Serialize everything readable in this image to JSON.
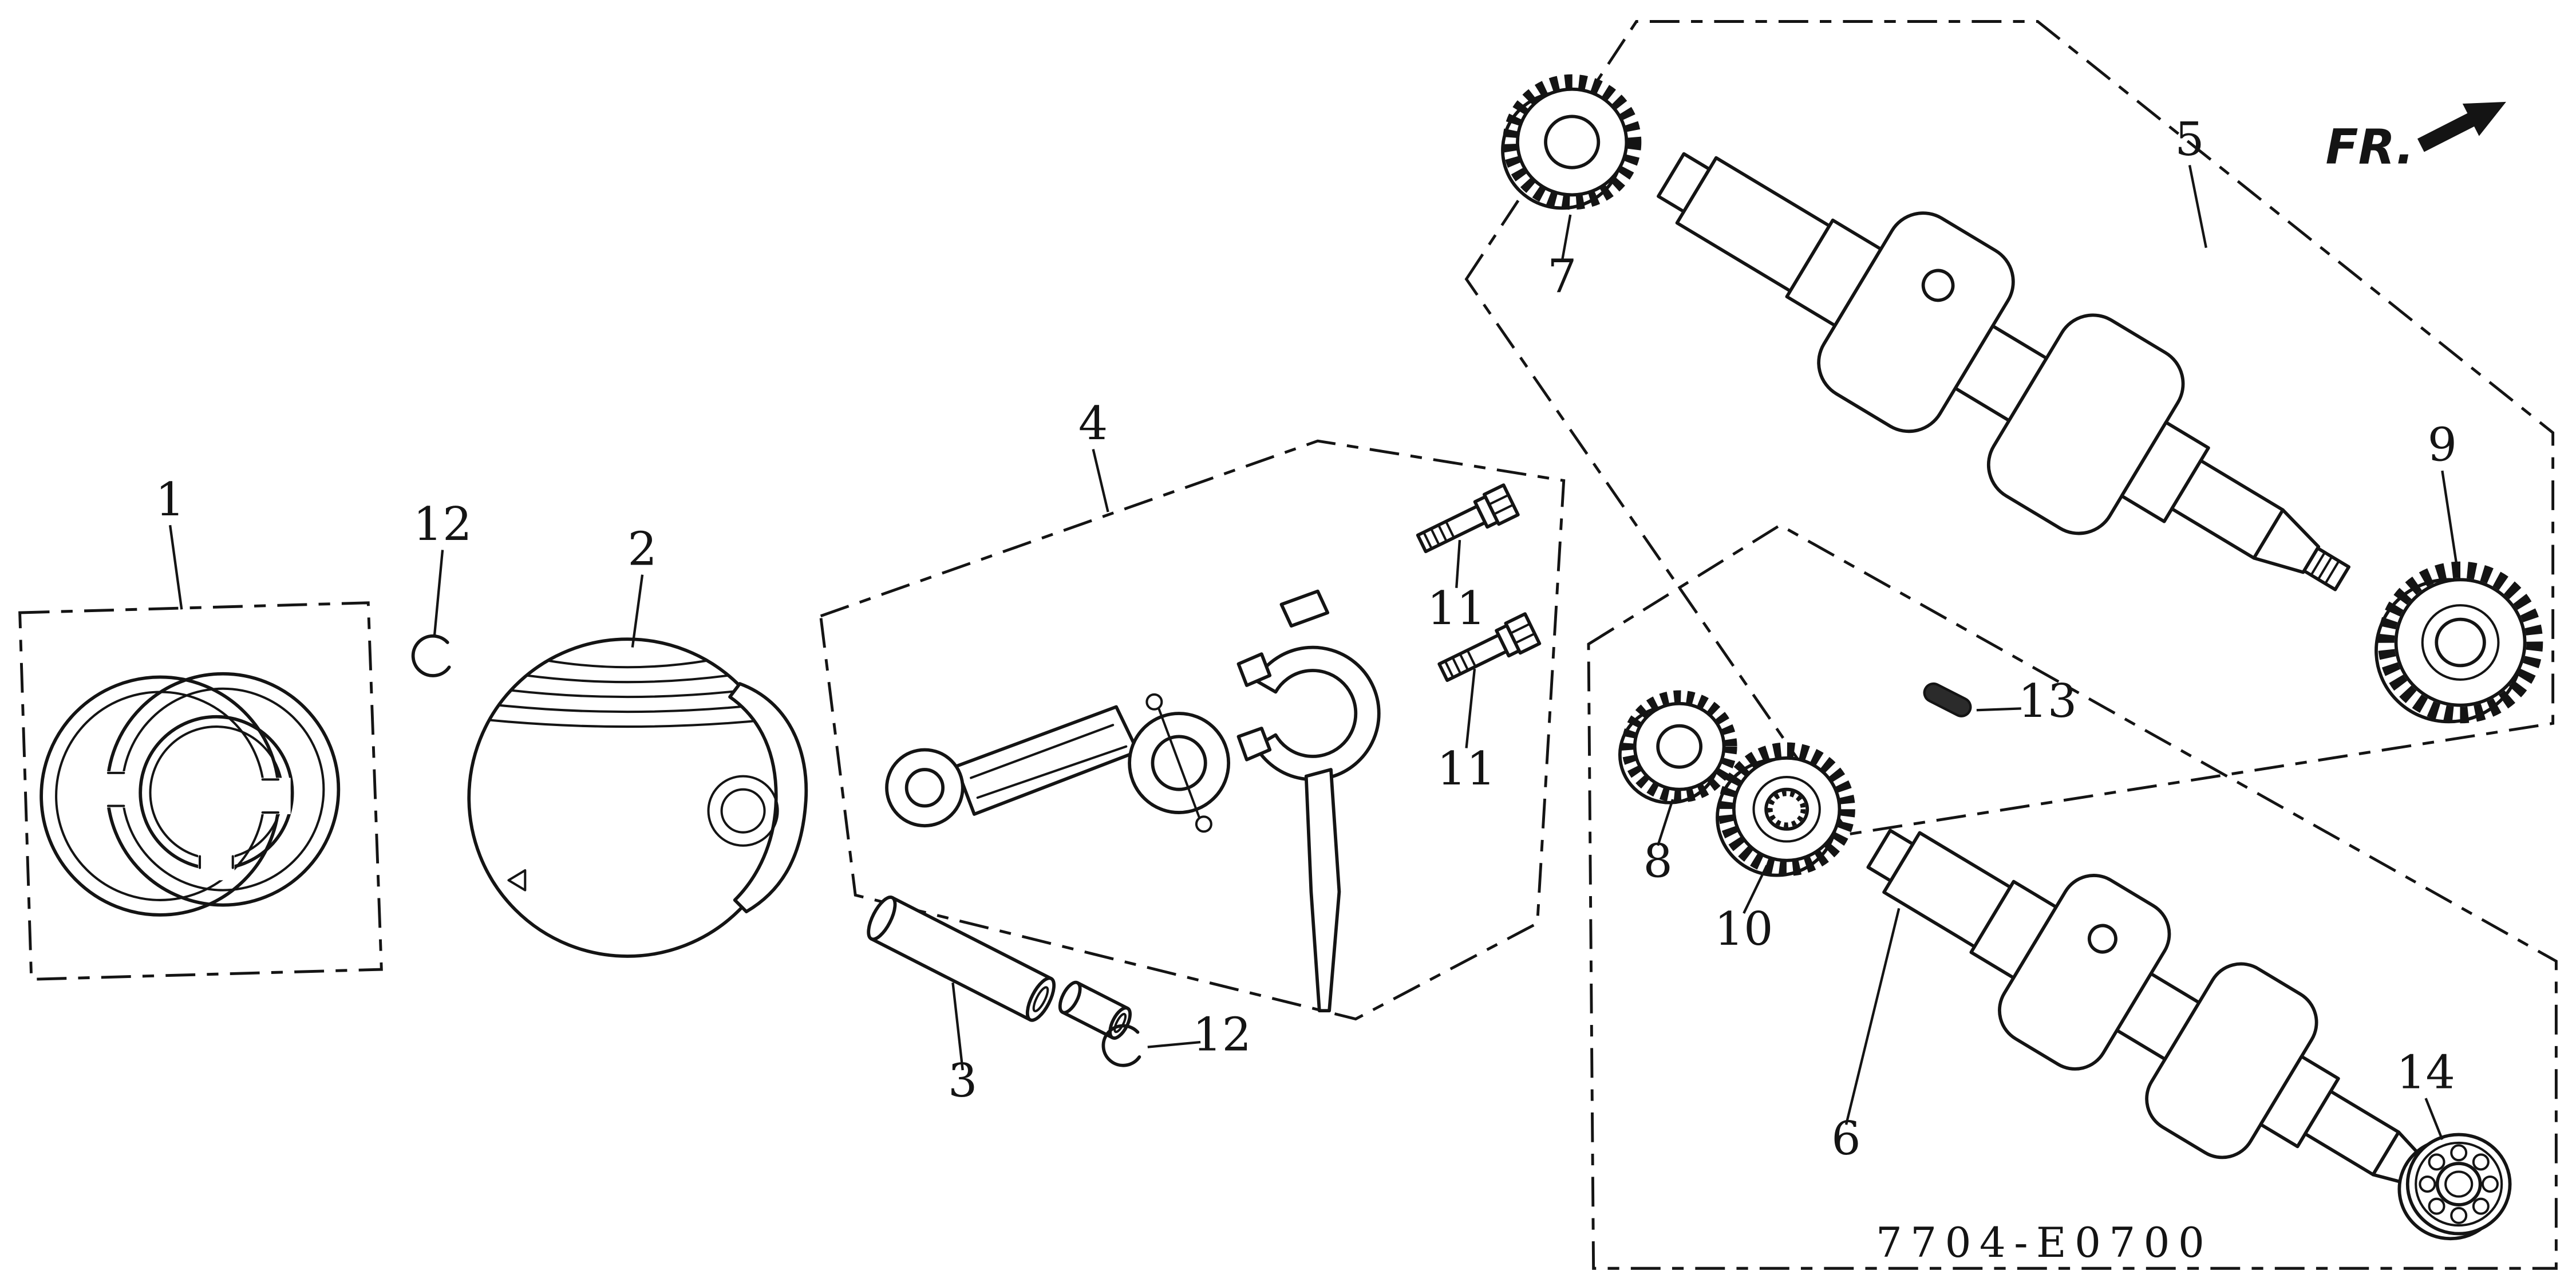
{
  "colors": {
    "ink": "#141414",
    "paper": "#ffffff"
  },
  "diagram": {
    "code": "7704-E0700",
    "direction_label": "FR.",
    "callouts": [
      {
        "number": "1"
      },
      {
        "number": "12"
      },
      {
        "number": "2"
      },
      {
        "number": "4"
      },
      {
        "number": "11"
      },
      {
        "number": "11"
      },
      {
        "number": "3"
      },
      {
        "number": "12"
      },
      {
        "number": "5"
      },
      {
        "number": "7"
      },
      {
        "number": "9"
      },
      {
        "number": "8"
      },
      {
        "number": "10"
      },
      {
        "number": "13"
      },
      {
        "number": "6"
      },
      {
        "number": "14"
      }
    ]
  }
}
